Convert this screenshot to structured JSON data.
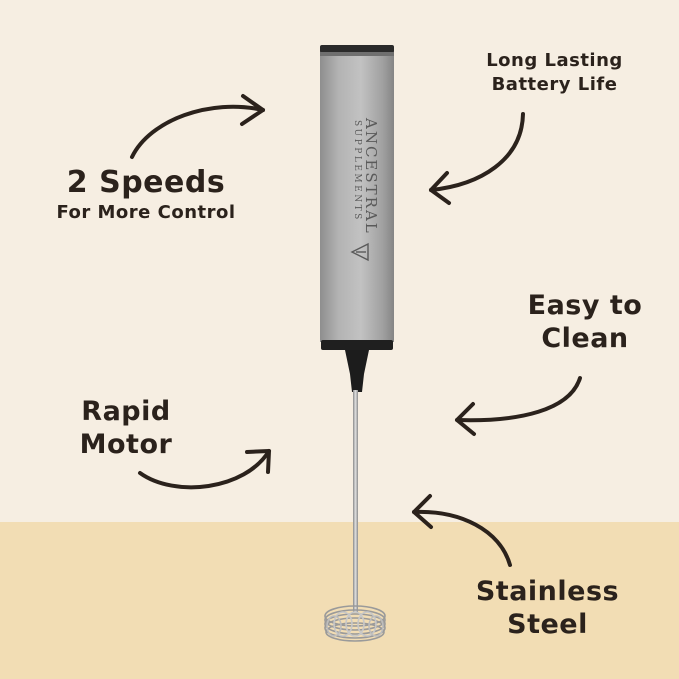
{
  "colors": {
    "background": "#f6eee2",
    "floor": "#f2ddb4",
    "text": "#2b221c",
    "body_metal": "#a4a4a4"
  },
  "product": {
    "brand_name": "ANCESTRAL",
    "brand_sub": "SUPPLEMENTS"
  },
  "callouts": {
    "speeds": {
      "title": "2 Speeds",
      "subtitle": "For More Control"
    },
    "battery": {
      "line1": "Long Lasting",
      "line2": "Battery Life"
    },
    "clean": {
      "line1": "Easy to",
      "line2": "Clean"
    },
    "motor": {
      "line1": "Rapid",
      "line2": "Motor"
    },
    "steel": {
      "line1": "Stainless",
      "line2": "Steel"
    }
  },
  "icons": [
    "curved-arrow-icon",
    "ancestral-logo-icon"
  ]
}
